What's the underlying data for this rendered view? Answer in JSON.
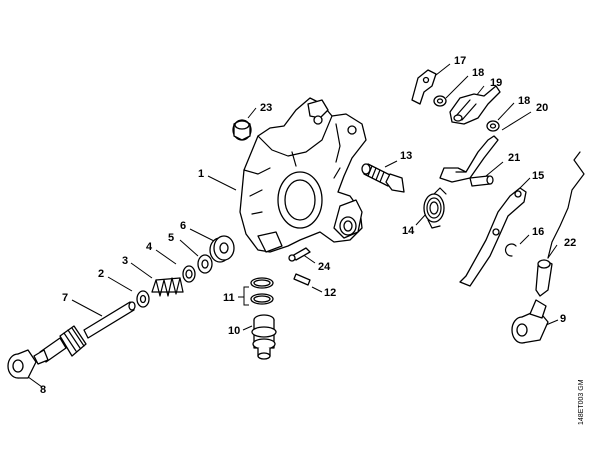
{
  "callouts": [
    "1",
    "2",
    "3",
    "4",
    "5",
    "6",
    "7",
    "8",
    "9",
    "10",
    "11",
    "12",
    "13",
    "14",
    "15",
    "16",
    "17",
    "18",
    "18",
    "19",
    "20",
    "21",
    "22",
    "23",
    "24"
  ],
  "drawing_code": "148ET003 GM"
}
